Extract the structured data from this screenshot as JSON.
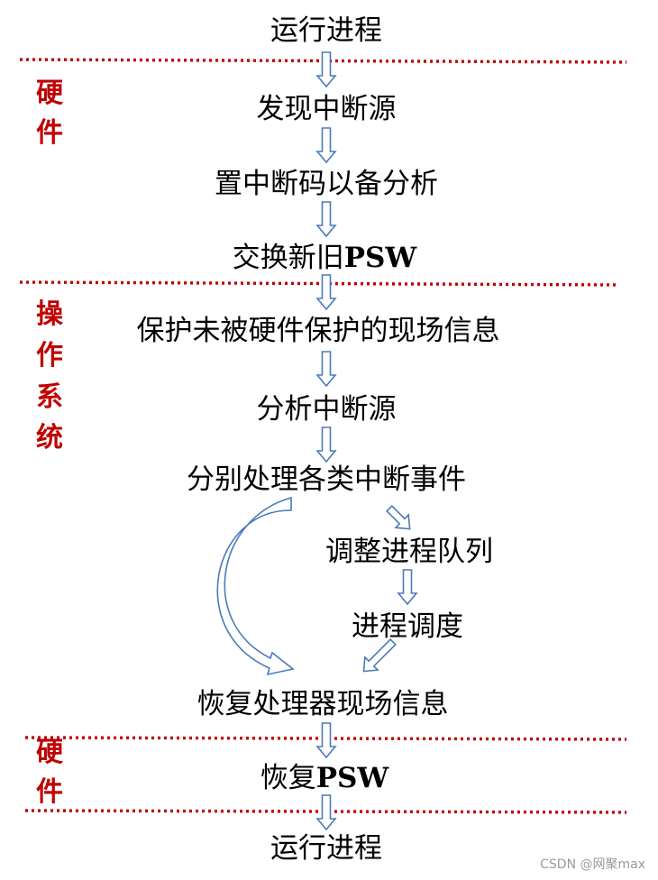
{
  "colors": {
    "text": "#000000",
    "side_label": "#c00000",
    "divider": "#c00000",
    "arrow_stroke": "#4a7ab8",
    "arrow_fill": "#ffffff",
    "watermark": "#9a9a9a"
  },
  "steps": {
    "run_process_top": "运行进程",
    "detect_interrupt": "发现中断源",
    "set_interrupt_code": "置中断码以备分析",
    "swap_psw": {
      "text": "交换新旧",
      "bold": "PSW"
    },
    "save_context": "保护未被硬件保护的现场信息",
    "analyze_source": "分析中断源",
    "handle_events": "分别处理各类中断事件",
    "adjust_queue": "调整进程队列",
    "schedule_process": "进程调度",
    "restore_context": "恢复处理器现场信息",
    "restore_psw": {
      "text": "恢复",
      "bold": "PSW"
    },
    "run_process_bottom": "运行进程"
  },
  "sections": [
    {
      "chars": [
        "硬",
        "件"
      ]
    },
    {
      "chars": [
        "操",
        "作",
        "系",
        "统"
      ]
    },
    {
      "chars": [
        "硬",
        "件"
      ]
    }
  ],
  "watermark": "CSDN @网聚max"
}
